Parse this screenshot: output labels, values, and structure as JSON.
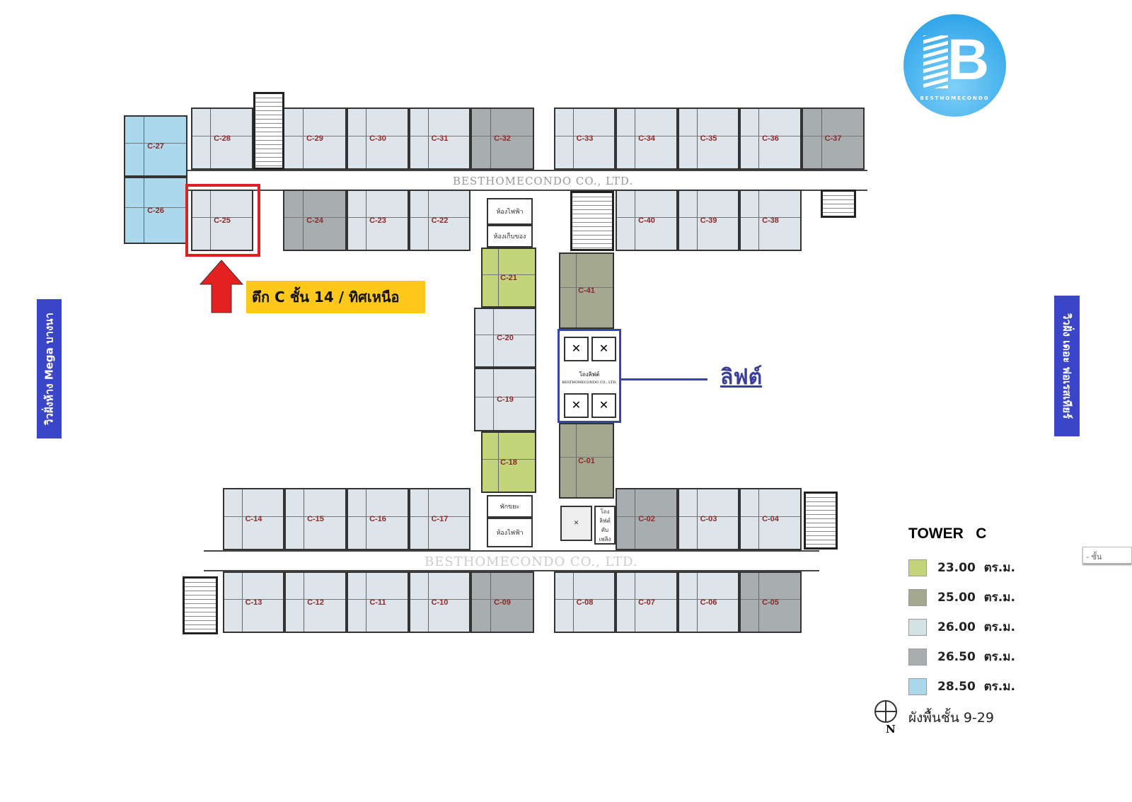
{
  "logo": {
    "text": "BESTHOMECONDO",
    "letter": "B"
  },
  "watermark": "BESTHOMECONDO CO., LTD.",
  "colors": {
    "a23": "#c4d47a",
    "a25": "#a3a88e",
    "a26": "#dde5ea",
    "a265": "#a8adb0",
    "a285": "#acd8ec"
  },
  "units": [
    {
      "id": "C-27",
      "c": "a285"
    },
    {
      "id": "C-26",
      "c": "a285"
    },
    {
      "id": "C-28",
      "c": "a26"
    },
    {
      "id": "C-25",
      "c": "a26"
    },
    {
      "id": "C-29",
      "c": "a26"
    },
    {
      "id": "C-30",
      "c": "a26"
    },
    {
      "id": "C-31",
      "c": "a26"
    },
    {
      "id": "C-32",
      "c": "a265"
    },
    {
      "id": "C-24",
      "c": "a265"
    },
    {
      "id": "C-23",
      "c": "a26"
    },
    {
      "id": "C-22",
      "c": "a26"
    },
    {
      "id": "C-33",
      "c": "a26"
    },
    {
      "id": "C-34",
      "c": "a26"
    },
    {
      "id": "C-35",
      "c": "a26"
    },
    {
      "id": "C-36",
      "c": "a26"
    },
    {
      "id": "C-37",
      "c": "a265"
    },
    {
      "id": "C-40",
      "c": "a26"
    },
    {
      "id": "C-39",
      "c": "a26"
    },
    {
      "id": "C-38",
      "c": "a26"
    },
    {
      "id": "C-21",
      "c": "a23"
    },
    {
      "id": "C-20",
      "c": "a26"
    },
    {
      "id": "C-19",
      "c": "a26"
    },
    {
      "id": "C-18",
      "c": "a23"
    },
    {
      "id": "C-41",
      "c": "a25"
    },
    {
      "id": "C-01",
      "c": "a25"
    },
    {
      "id": "C-14",
      "c": "a26"
    },
    {
      "id": "C-15",
      "c": "a26"
    },
    {
      "id": "C-16",
      "c": "a26"
    },
    {
      "id": "C-17",
      "c": "a26"
    },
    {
      "id": "C-02",
      "c": "a265"
    },
    {
      "id": "C-03",
      "c": "a26"
    },
    {
      "id": "C-04",
      "c": "a26"
    },
    {
      "id": "C-13",
      "c": "a26"
    },
    {
      "id": "C-12",
      "c": "a26"
    },
    {
      "id": "C-11",
      "c": "a26"
    },
    {
      "id": "C-10",
      "c": "a26"
    },
    {
      "id": "C-09",
      "c": "a265"
    },
    {
      "id": "C-08",
      "c": "a26"
    },
    {
      "id": "C-07",
      "c": "a26"
    },
    {
      "id": "C-06",
      "c": "a26"
    },
    {
      "id": "C-05",
      "c": "a265"
    }
  ],
  "services": {
    "electric1": "ห้องไฟฟ้า",
    "storage": "ห้องเก็บของ",
    "garbage": "พักขยะ",
    "electric2": "ห้องไฟฟ้า",
    "lift_lobby": "โถงลิฟต์",
    "fire_lobby": "โถงลิฟต์ดับเพลิง",
    "lift_watermark": "BESTHOMECONDO CO., LTD."
  },
  "callout": {
    "label": "ตึก C ชั้น 14 / ทิศเหนือ",
    "highlight_unit": "C-25"
  },
  "lift_label": "ลิฟต์",
  "side_left": "วิวฝั่งห้าง Mega บางนา",
  "side_right": "วิวฝั่ง เดอะ ฟอเรสเทียร์",
  "legend": {
    "title": "TOWER   C",
    "items": [
      {
        "label": "23.00  ตร.ม.",
        "c": "#c4d47a"
      },
      {
        "label": "25.00  ตร.ม.",
        "c": "#a3a88e"
      },
      {
        "label": "26.00  ตร.ม.",
        "c": "#d4e2e6"
      },
      {
        "label": "26.50  ตร.ม.",
        "c": "#a8adb0"
      },
      {
        "label": "28.50  ตร.ม.",
        "c": "#acd8ec"
      }
    ]
  },
  "floor_note": "ผังพื้นชั้น 9-29",
  "north": "N",
  "edge_tab": "- ชั้น"
}
